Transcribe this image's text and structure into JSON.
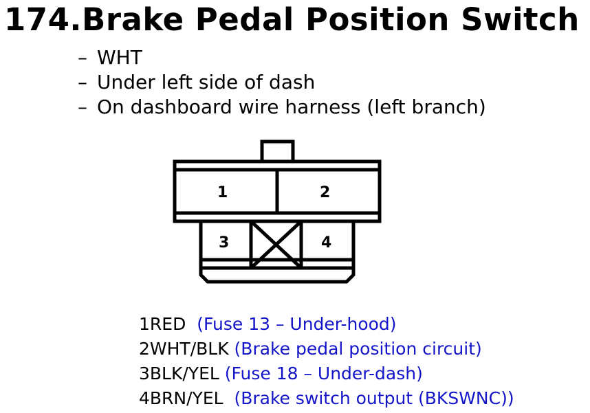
{
  "title": "174.Brake Pedal Position Switch",
  "details": [
    "WHT",
    "Under left side of dash",
    "On dashboard wire harness (left branch)"
  ],
  "connector": {
    "cavities": [
      "1",
      "2",
      "3",
      "4"
    ]
  },
  "pins": [
    {
      "wire": "1RED",
      "desc": "(Fuse 13 – Under-hood)"
    },
    {
      "wire": "2WHT/BLK",
      "desc": "(Brake pedal position circuit)"
    },
    {
      "wire": "3BLK/YEL",
      "desc": "(Fuse 18 – Under-dash)"
    },
    {
      "wire": "4BRN/YEL",
      "desc": "(Brake switch output (BKSWNC))"
    }
  ],
  "colors": {
    "description_text": "#1414c8",
    "text": "#000000"
  }
}
